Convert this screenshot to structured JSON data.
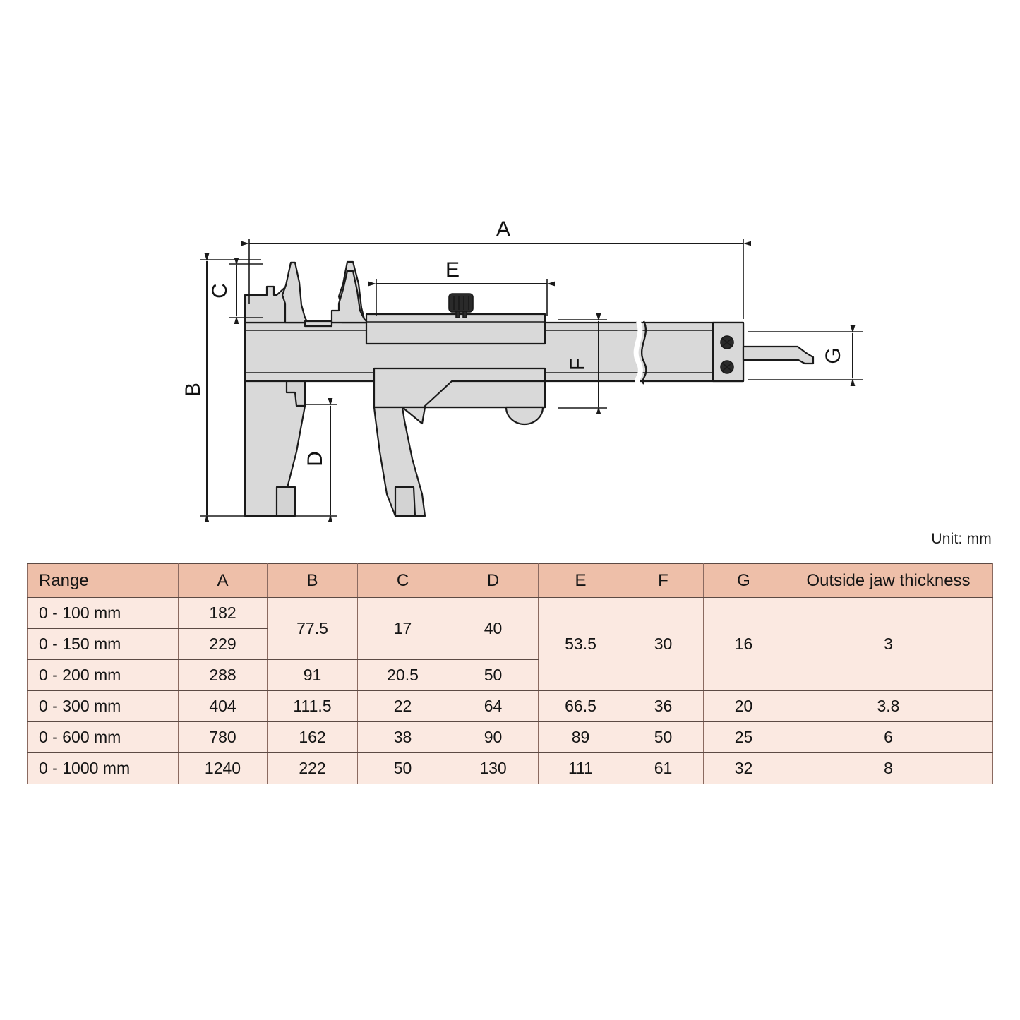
{
  "diagram": {
    "title": "vernier caliper dimension drawing",
    "dimension_labels": {
      "A": "A",
      "B": "B",
      "C": "C",
      "D": "D",
      "E": "E",
      "F": "F",
      "G": "G"
    }
  },
  "unit_note": "Unit: mm",
  "colors": {
    "header_fill": "#eebfa9",
    "cell_fill": "#fbe9e1",
    "border": "#5c4a44",
    "metal_fill": "#d8d8d8",
    "outline": "#1a1a1a"
  },
  "table": {
    "columns": [
      "Range",
      "A",
      "B",
      "C",
      "D",
      "E",
      "F",
      "G",
      "Outside jaw thickness"
    ],
    "rows": [
      {
        "range": "0 - 100 mm",
        "A": "182",
        "B": "77.5",
        "C": "17",
        "D": "40",
        "E": "53.5",
        "F": "30",
        "G": "16",
        "thickness": "3"
      },
      {
        "range": "0 - 150 mm",
        "A": "229",
        "B": "77.5",
        "C": "17",
        "D": "40",
        "E": "53.5",
        "F": "30",
        "G": "16",
        "thickness": "3"
      },
      {
        "range": "0 - 200 mm",
        "A": "288",
        "B": "91",
        "C": "20.5",
        "D": "50",
        "E": "53.5",
        "F": "30",
        "G": "16",
        "thickness": "3"
      },
      {
        "range": "0 - 300 mm",
        "A": "404",
        "B": "111.5",
        "C": "22",
        "D": "64",
        "E": "66.5",
        "F": "36",
        "G": "20",
        "thickness": "3.8"
      },
      {
        "range": "0 - 600 mm",
        "A": "780",
        "B": "162",
        "C": "38",
        "D": "90",
        "E": "89",
        "F": "50",
        "G": "25",
        "thickness": "6"
      },
      {
        "range": "0 - 1000 mm",
        "A": "1240",
        "B": "222",
        "C": "50",
        "D": "130",
        "E": "111",
        "F": "61",
        "G": "32",
        "thickness": "8"
      }
    ]
  }
}
